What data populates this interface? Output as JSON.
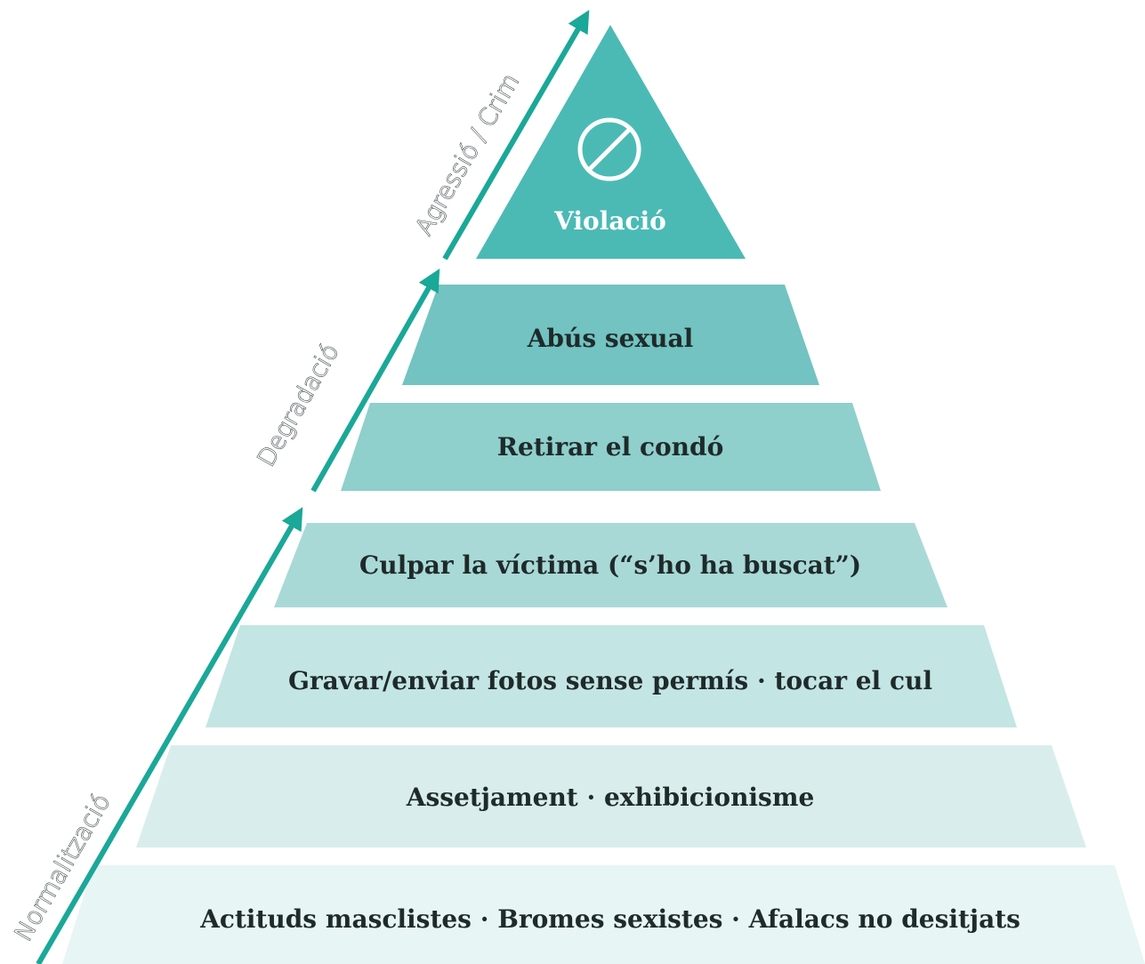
{
  "colors": {
    "arrow": "#1aa898",
    "tiers": [
      "#4bbab5",
      "#72c3c1",
      "#8fcfcc",
      "#a9d9d7",
      "#c3e5e3",
      "#d9eeec",
      "#e7f5f4"
    ]
  },
  "icons": {
    "top": "prohibited-icon"
  },
  "tiers": [
    {
      "label": "Violació"
    },
    {
      "label": "Abús sexual"
    },
    {
      "label": "Retirar el condó"
    },
    {
      "label": "Culpar la víctima (“s’ho ha buscat”)"
    },
    {
      "label": "Gravar/enviar fotos sense permís · tocar el cul"
    },
    {
      "label": "Assetjament · exhibicionisme"
    },
    {
      "label": "Actituds masclistes · Bromes sexistes · Afalacs no desitjats"
    }
  ],
  "stages": [
    {
      "label": "Normalització"
    },
    {
      "label": "Degradació"
    },
    {
      "label": "Agressió / Crim"
    }
  ]
}
